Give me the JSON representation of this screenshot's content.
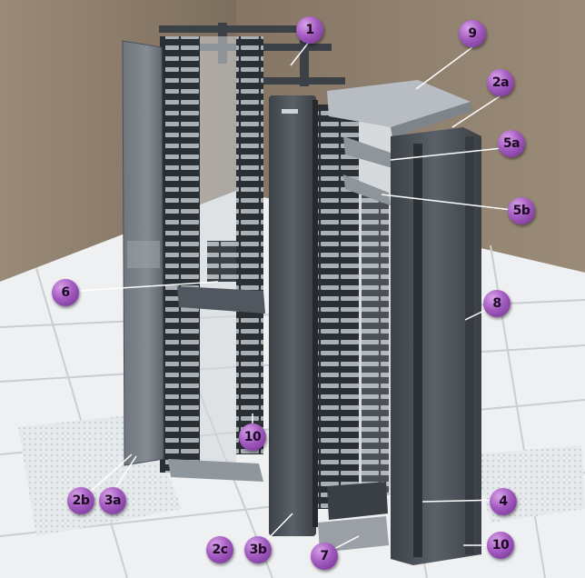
{
  "callouts": [
    {
      "id": "c1",
      "label": "1"
    },
    {
      "id": "c9",
      "label": "9"
    },
    {
      "id": "c2a",
      "label": "2a"
    },
    {
      "id": "c5a",
      "label": "5a"
    },
    {
      "id": "c5b",
      "label": "5b"
    },
    {
      "id": "c6",
      "label": "6"
    },
    {
      "id": "c8",
      "label": "8"
    },
    {
      "id": "c10a",
      "label": "10"
    },
    {
      "id": "c2b",
      "label": "2b"
    },
    {
      "id": "c3a",
      "label": "3a"
    },
    {
      "id": "c4",
      "label": "4"
    },
    {
      "id": "c2c",
      "label": "2c"
    },
    {
      "id": "c3b",
      "label": "3b"
    },
    {
      "id": "c7",
      "label": "7"
    },
    {
      "id": "c10b",
      "label": "10"
    }
  ],
  "colors": {
    "wall": "#8a7a68",
    "floor": "#e9ecee",
    "rack": "#4a5057",
    "rack_dark": "#2e3338",
    "callout": "#9b4fb8",
    "leader": "#ffffff"
  }
}
